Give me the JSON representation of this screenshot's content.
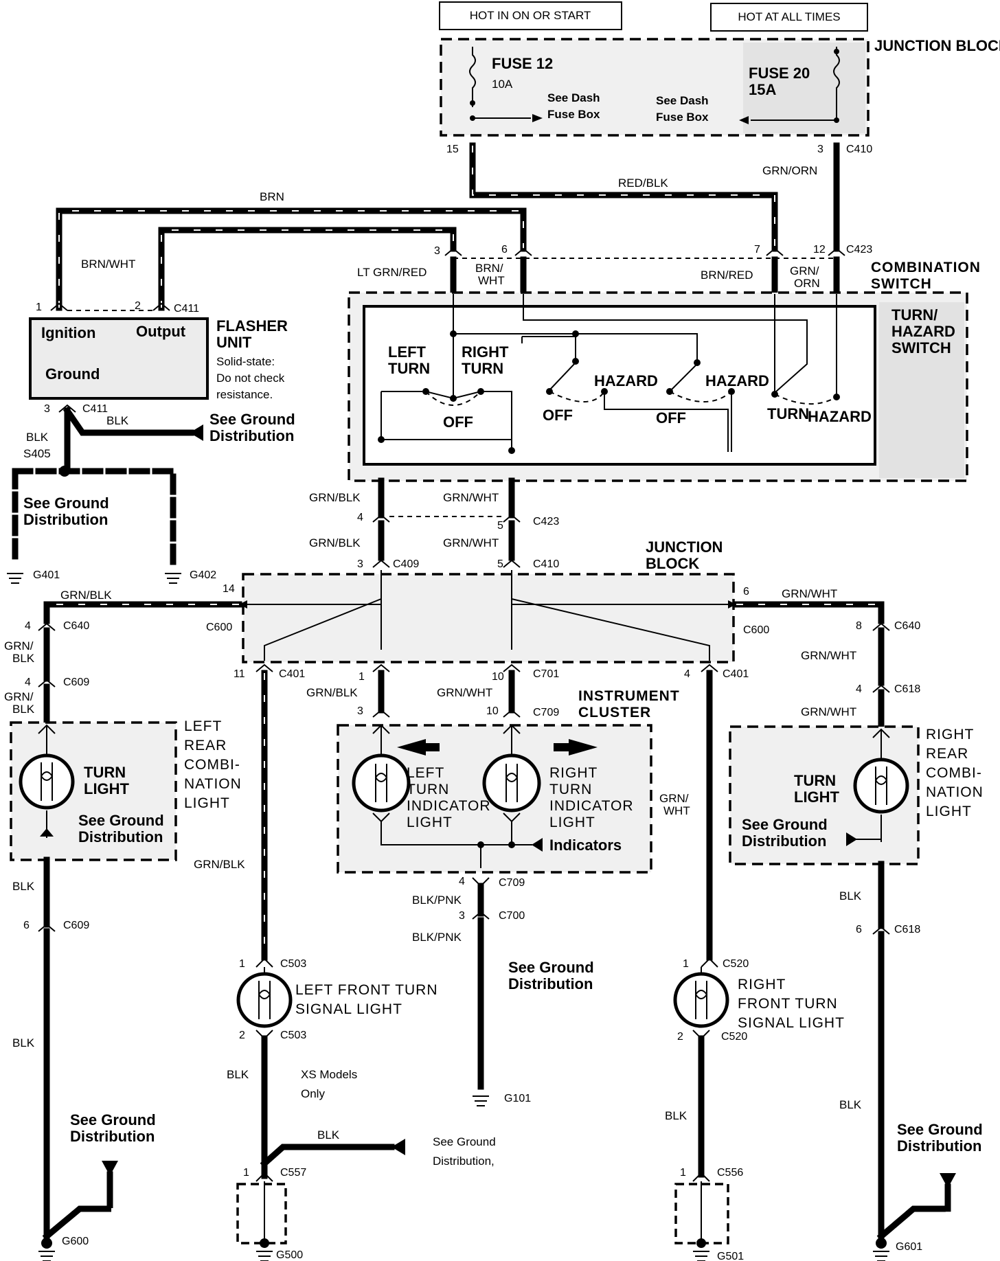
{
  "power": {
    "hot_in_on_or_start": "HOT IN ON OR START",
    "hot_at_all_times": "HOT AT ALL TIMES"
  },
  "junction_block_top": {
    "title": "JUNCTION BLOCK",
    "fuse12": "FUSE 12",
    "fuse12_rating": "10A",
    "fuse20": "FUSE 20",
    "fuse20_rating": "15A",
    "see_dash_left": "See Dash Fuse Box",
    "see_dash_right": "See Dash Fuse Box",
    "pin_15": "15",
    "pin_3": "3",
    "conn_c410": "C410"
  },
  "wires": {
    "red_blk": "RED/BLK",
    "grn_orn": "GRN/ORN",
    "brn": "BRN",
    "brn_wht": "BRN/WHT",
    "lt_grn_red": "LT GRN/RED",
    "brn_wht_split": "BRN/ WHT",
    "brn_red": "BRN/RED",
    "grn_orn_split": "GRN/ ORN",
    "grn_blk": "GRN/BLK",
    "grn_wht": "GRN/WHT",
    "blk": "BLK",
    "blk_pnk": "BLK/PNK",
    "grn_blk_split": "GRN/ BLK",
    "grn_wht_split": "GRN/ WHT"
  },
  "combination_switch": {
    "title": "COMBINATION SWITCH",
    "pins": [
      "3",
      "6",
      "7",
      "12"
    ],
    "conn": "C423",
    "turn_hazard_switch": "TURN/ HAZARD SWITCH",
    "left_turn": "LEFT TURN",
    "right_turn": "RIGHT TURN",
    "off1": "OFF",
    "off2": "OFF",
    "off3": "OFF",
    "hazard1": "HAZARD",
    "hazard2": "HAZARD",
    "hazard3": "HAZARD",
    "turn": "TURN"
  },
  "flasher": {
    "title": "FLASHER UNIT",
    "note": "Solid-state: Do not check resistance.",
    "ignition": "Ignition",
    "output": "Output",
    "ground": "Ground",
    "pin1": "1",
    "pin2": "2",
    "pin3": "3",
    "conn": "C411",
    "see_ground": "See Ground Distribution",
    "splice": "S405",
    "see_ground2": "See Ground Distribution",
    "g401": "G401",
    "g402": "G402"
  },
  "connectors_mid": {
    "pin4": "4",
    "pin5": "5",
    "c423": "C423",
    "pin3": "3",
    "c409": "C409",
    "pin5b": "5",
    "c410": "C410"
  },
  "junction_block_mid": {
    "title": "JUNCTION BLOCK",
    "pin14": "14",
    "c600_left": "C600",
    "pin6": "6",
    "c600_right": "C600",
    "pin11": "11",
    "c401_left": "C401",
    "pin1": "1",
    "pin10": "10",
    "c701": "C701",
    "pin4": "4",
    "c401_right": "C401"
  },
  "left_rear": {
    "c640_pin": "4",
    "c640": "C640",
    "c609_pin": "4",
    "c609": "C609",
    "title": "LEFT REAR COMBI- NATION LIGHT",
    "turn_light": "TURN LIGHT",
    "see_ground": "See Ground Distribution",
    "c609b_pin": "6",
    "c609b": "C609",
    "see_ground2": "See Ground Distribution",
    "g600": "G600"
  },
  "right_rear": {
    "c640_pin": "8",
    "c640": "C640",
    "c618_pin": "4",
    "c618": "C618",
    "title": "RIGHT REAR COMBI- NATION LIGHT",
    "turn_light": "TURN LIGHT",
    "see_ground": "See Ground Distribution",
    "c618b_pin": "6",
    "c618b": "C618",
    "see_ground2": "See Ground Distribution",
    "g601": "G601"
  },
  "instrument_cluster": {
    "title": "INSTRUMENT CLUSTER",
    "pin3": "3",
    "pin10": "10",
    "c709": "C709",
    "left_indicator": "LEFT TURN INDICATOR LIGHT",
    "right_indicator": "RIGHT TURN INDICATOR LIGHT",
    "indicators": "Indicators",
    "pin4": "4",
    "c709b": "C709",
    "pin3b": "3",
    "c700": "C700",
    "see_ground": "See Ground Distribution",
    "g101": "G101"
  },
  "left_front": {
    "pin1": "1",
    "c503a": "C503",
    "title": "LEFT FRONT TURN SIGNAL LIGHT",
    "pin2": "2",
    "c503b": "C503",
    "xs_models": "XS Models Only",
    "see_ground": "See Ground Distribution,",
    "pin1b": "1",
    "c557": "C557",
    "g500": "G500"
  },
  "right_front": {
    "pin1": "1",
    "c520a": "C520",
    "title": "RIGHT FRONT TURN SIGNAL LIGHT",
    "pin2": "2",
    "c520b": "C520",
    "pin1b": "1",
    "c556": "C556",
    "g501": "G501"
  }
}
